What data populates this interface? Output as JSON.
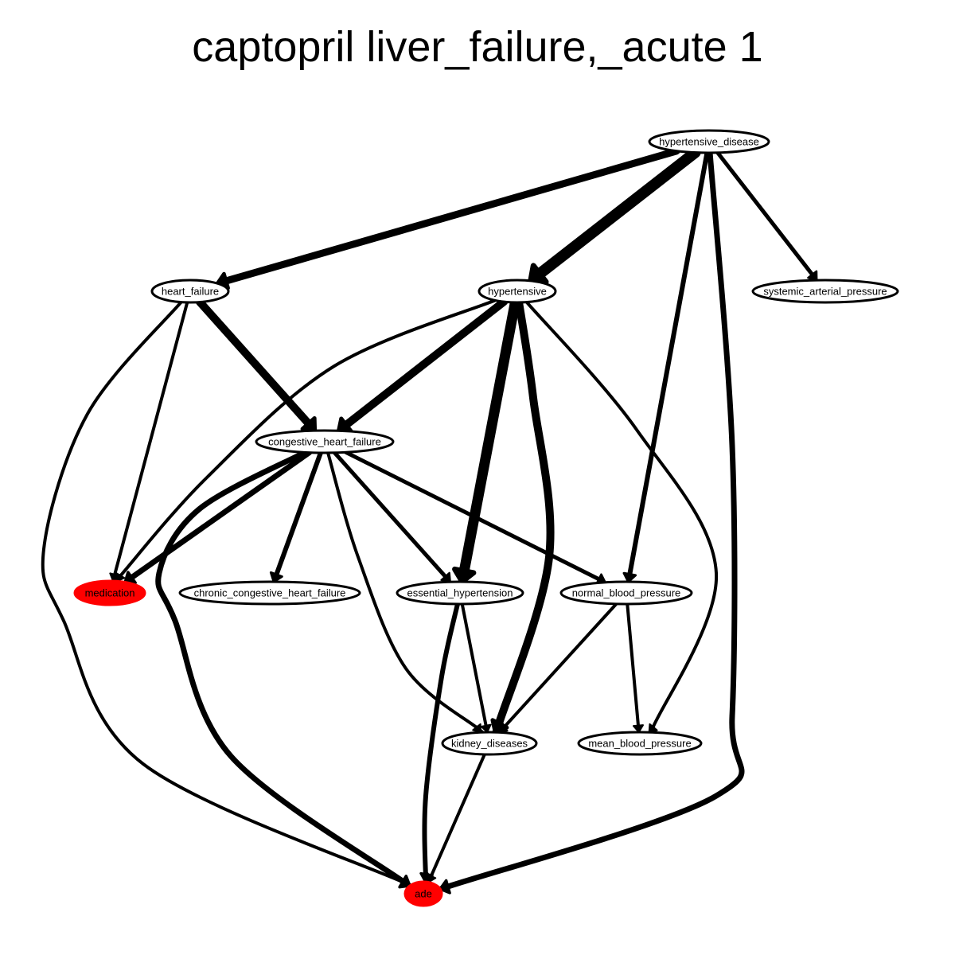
{
  "title": "captopril liver_failure,_acute 1",
  "colors": {
    "highlight": "#ff0000",
    "stroke": "#000000",
    "fill": "#ffffff"
  },
  "nodes": [
    {
      "id": "hypertensive_disease",
      "label": "hypertensive_disease",
      "highlight": false
    },
    {
      "id": "heart_failure",
      "label": "heart_failure",
      "highlight": false
    },
    {
      "id": "hypertensive",
      "label": "hypertensive",
      "highlight": false
    },
    {
      "id": "systemic_arterial_pressure",
      "label": "systemic_arterial_pressure",
      "highlight": false
    },
    {
      "id": "congestive_heart_failure",
      "label": "congestive_heart_failure",
      "highlight": false
    },
    {
      "id": "medication",
      "label": "medication",
      "highlight": true
    },
    {
      "id": "chronic_congestive_heart_failure",
      "label": "chronic_congestive_heart_failure",
      "highlight": false
    },
    {
      "id": "essential_hypertension",
      "label": "essential_hypertension",
      "highlight": false
    },
    {
      "id": "normal_blood_pressure",
      "label": "normal_blood_pressure",
      "highlight": false
    },
    {
      "id": "kidney_diseases",
      "label": "kidney_diseases",
      "highlight": false
    },
    {
      "id": "mean_blood_pressure",
      "label": "mean_blood_pressure",
      "highlight": false
    },
    {
      "id": "ade",
      "label": "ade",
      "highlight": true
    }
  ],
  "edges": [
    {
      "from": "hypertensive_disease",
      "to": "heart_failure",
      "weight": 9
    },
    {
      "from": "hypertensive_disease",
      "to": "hypertensive",
      "weight": 14
    },
    {
      "from": "hypertensive_disease",
      "to": "systemic_arterial_pressure",
      "weight": 5
    },
    {
      "from": "hypertensive_disease",
      "to": "normal_blood_pressure",
      "weight": 6
    },
    {
      "from": "hypertensive_disease",
      "to": "ade",
      "weight": 7
    },
    {
      "from": "heart_failure",
      "to": "congestive_heart_failure",
      "weight": 10
    },
    {
      "from": "heart_failure",
      "to": "medication",
      "weight": 4
    },
    {
      "from": "heart_failure",
      "to": "ade",
      "weight": 4
    },
    {
      "from": "hypertensive",
      "to": "congestive_heart_failure",
      "weight": 10
    },
    {
      "from": "hypertensive",
      "to": "essential_hypertension",
      "weight": 13
    },
    {
      "from": "hypertensive",
      "to": "kidney_diseases",
      "weight": 10
    },
    {
      "from": "hypertensive",
      "to": "medication",
      "weight": 4
    },
    {
      "from": "hypertensive",
      "to": "mean_blood_pressure",
      "weight": 4
    },
    {
      "from": "congestive_heart_failure",
      "to": "medication",
      "weight": 7
    },
    {
      "from": "congestive_heart_failure",
      "to": "chronic_congestive_heart_failure",
      "weight": 6
    },
    {
      "from": "congestive_heart_failure",
      "to": "essential_hypertension",
      "weight": 5
    },
    {
      "from": "congestive_heart_failure",
      "to": "normal_blood_pressure",
      "weight": 5
    },
    {
      "from": "congestive_heart_failure",
      "to": "kidney_diseases",
      "weight": 4
    },
    {
      "from": "congestive_heart_failure",
      "to": "ade",
      "weight": 7
    },
    {
      "from": "essential_hypertension",
      "to": "kidney_diseases",
      "weight": 4
    },
    {
      "from": "essential_hypertension",
      "to": "ade",
      "weight": 6
    },
    {
      "from": "normal_blood_pressure",
      "to": "kidney_diseases",
      "weight": 4
    },
    {
      "from": "normal_blood_pressure",
      "to": "mean_blood_pressure",
      "weight": 4
    },
    {
      "from": "kidney_diseases",
      "to": "ade",
      "weight": 4
    }
  ]
}
